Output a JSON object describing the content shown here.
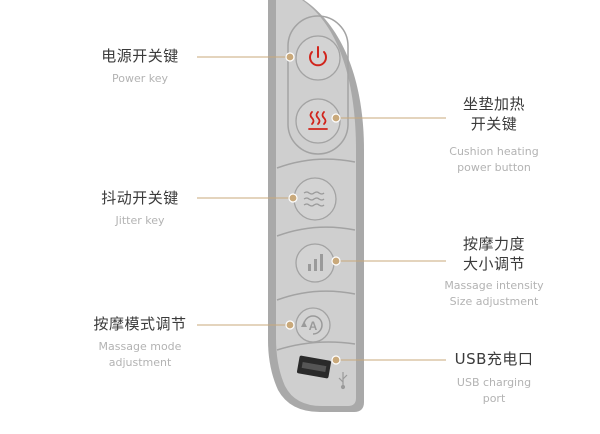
{
  "labels": {
    "power": {
      "zh": "电源开关键",
      "en": "Power key"
    },
    "heating": {
      "zh_line1": "坐垫加热",
      "zh_line2": "开关键",
      "en_line1": "Cushion heating",
      "en_line2": "power button"
    },
    "jitter": {
      "zh": "抖动开关键",
      "en": "Jitter key"
    },
    "intensity": {
      "zh_line1": "按摩力度",
      "zh_line2": "大小调节",
      "en_line1": "Massage intensity",
      "en_line2": "Size adjustment"
    },
    "mode": {
      "zh": "按摩模式调节",
      "en_line1": "Massage mode",
      "en_line2": "adjustment"
    },
    "usb": {
      "zh": "USB充电口",
      "en_line1": "USB charging",
      "en_line2": "port"
    }
  },
  "icons": {
    "power": "power-icon",
    "heating": "heat-waves-icon",
    "jitter": "vibration-waves-icon",
    "intensity": "bars-icon",
    "mode": "mode-a-cycle-icon",
    "usb_port": "usb-port-icon",
    "usb_symbol": "usb-symbol-icon"
  },
  "colors": {
    "panel": "#cfcfcf",
    "panel_edge": "#a8a8a8",
    "accent_red": "#d1251c",
    "leader": "#c9a97b",
    "icon_gray": "#9a9a9a"
  }
}
